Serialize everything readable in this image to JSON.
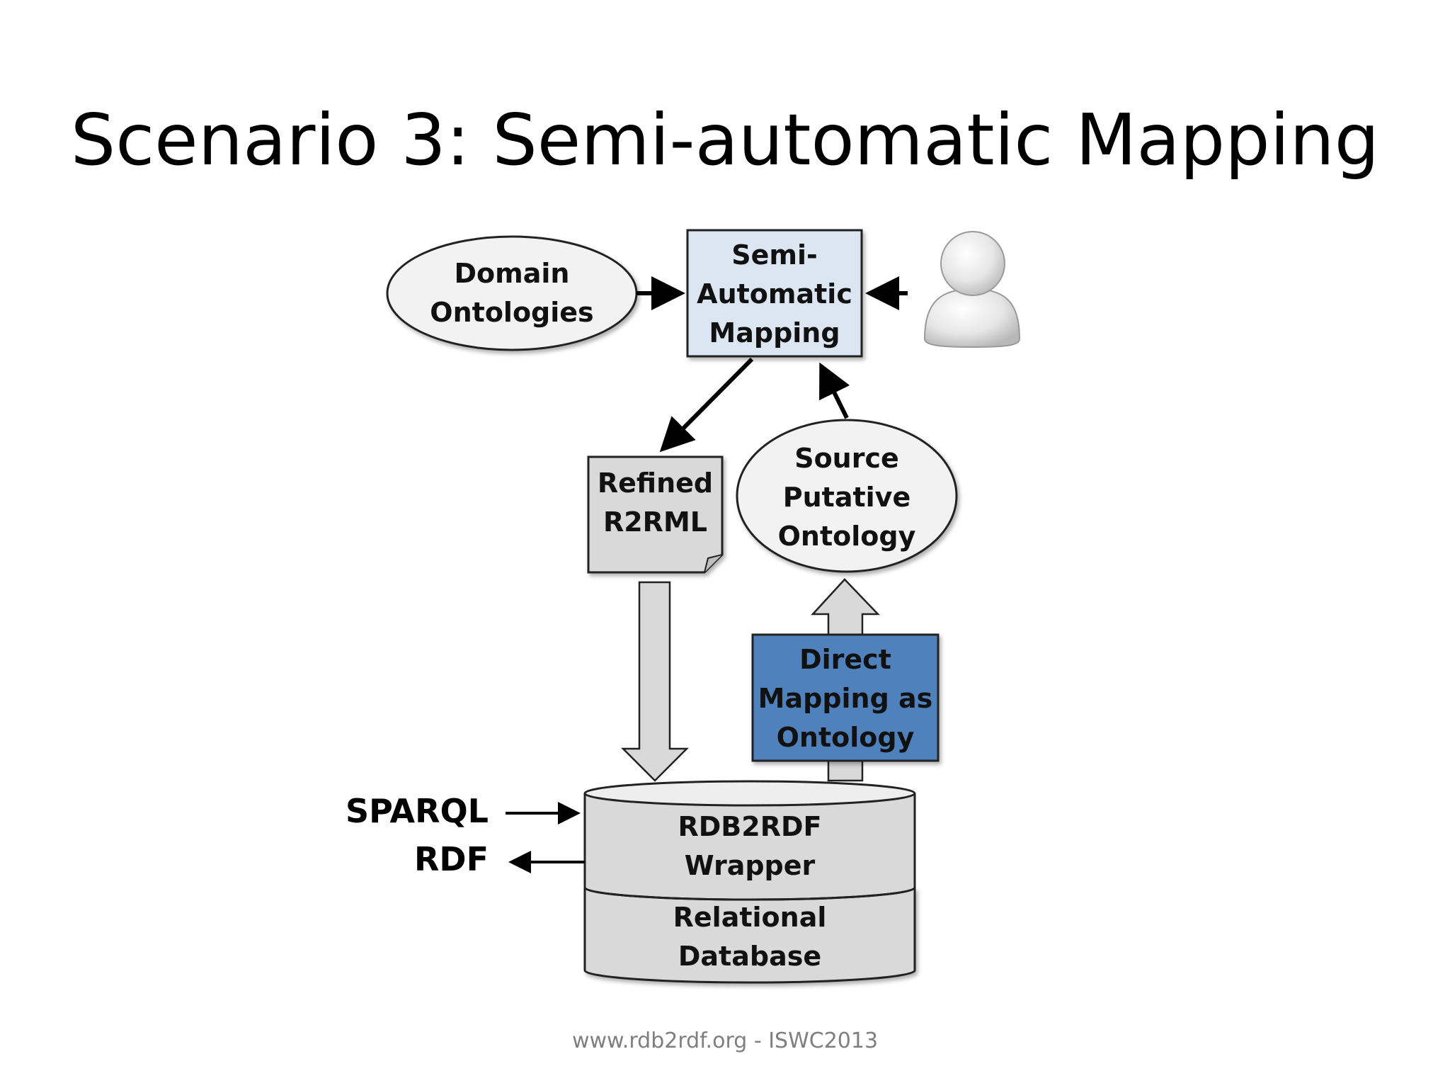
{
  "title": "Scenario 3: Semi-automatic Mapping",
  "nodes": {
    "domain_ontologies": "Domain\nOntologies",
    "semi_automatic_mapping": "Semi-\nAutomatic\nMapping",
    "refined_r2rml": "Refined\nR2RML",
    "source_putative_ontology": "Source\nPutative\nOntology",
    "direct_mapping": "Direct\nMapping as\nOntology",
    "wrapper": "RDB2RDF\nWrapper",
    "database": "Relational\nDatabase"
  },
  "side_labels": {
    "sparql": "SPARQL",
    "rdf": "RDF"
  },
  "icons": {
    "user": "user-icon"
  },
  "colors": {
    "light_blue": "#dce6f2",
    "dark_blue": "#4f81bd",
    "gray": "#d9d9d9",
    "ellipse": "#f2f2f2"
  },
  "footer": "www.rdb2rdf.org - ISWC2013"
}
